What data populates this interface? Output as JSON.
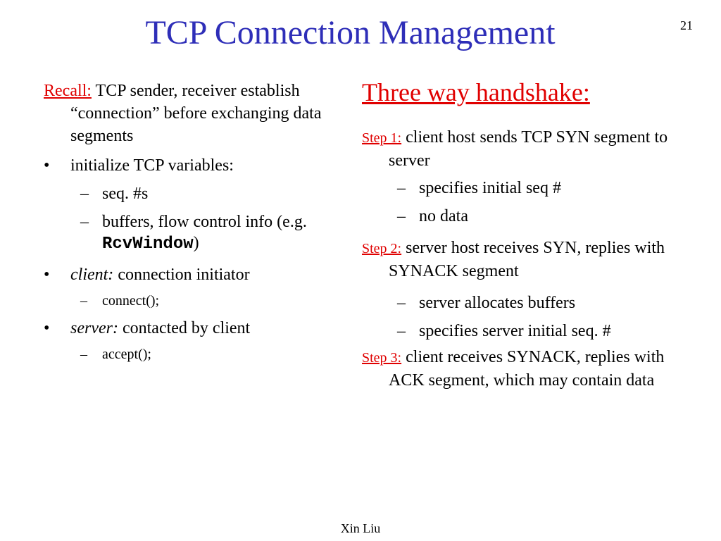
{
  "slide": {
    "number": "21",
    "title": "TCP Connection Management",
    "footer": "Xin Liu"
  },
  "left": {
    "recall_label": "Recall:",
    "recall_text": " TCP sender, receiver establish “connection” before exchanging data segments",
    "bullet_glyph": "•",
    "dash_glyph": "–",
    "b1": "initialize TCP variables:",
    "b1_sub1": "seq. #s",
    "b1_sub2_a": "buffers, flow control info (e.g. ",
    "b1_sub2_code": "RcvWindow",
    "b1_sub2_b": ")",
    "b2_em": "client:",
    "b2_text": " connection initiator",
    "b2_sub1": "connect();",
    "b3_em": "server:",
    "b3_text": " contacted by client",
    "b3_sub1": "accept();"
  },
  "right": {
    "heading": "Three way handshake:",
    "step1_label": "Step 1:",
    "step1_text": " client host sends TCP SYN segment to server",
    "step1_sub1": "specifies initial seq #",
    "step1_sub2": "no data",
    "step2_label": "Step 2:",
    "step2_text": " server host receives SYN, replies with SYNACK segment",
    "step2_sub1": "server allocates buffers",
    "step2_sub2": "specifies server initial seq. #",
    "step3_label": "Step 3:",
    "step3_text": " client receives SYNACK, replies with ACK segment, which may contain data"
  },
  "colors": {
    "title": "#2e2eb8",
    "accent_red": "#e00000",
    "text": "#000000"
  }
}
